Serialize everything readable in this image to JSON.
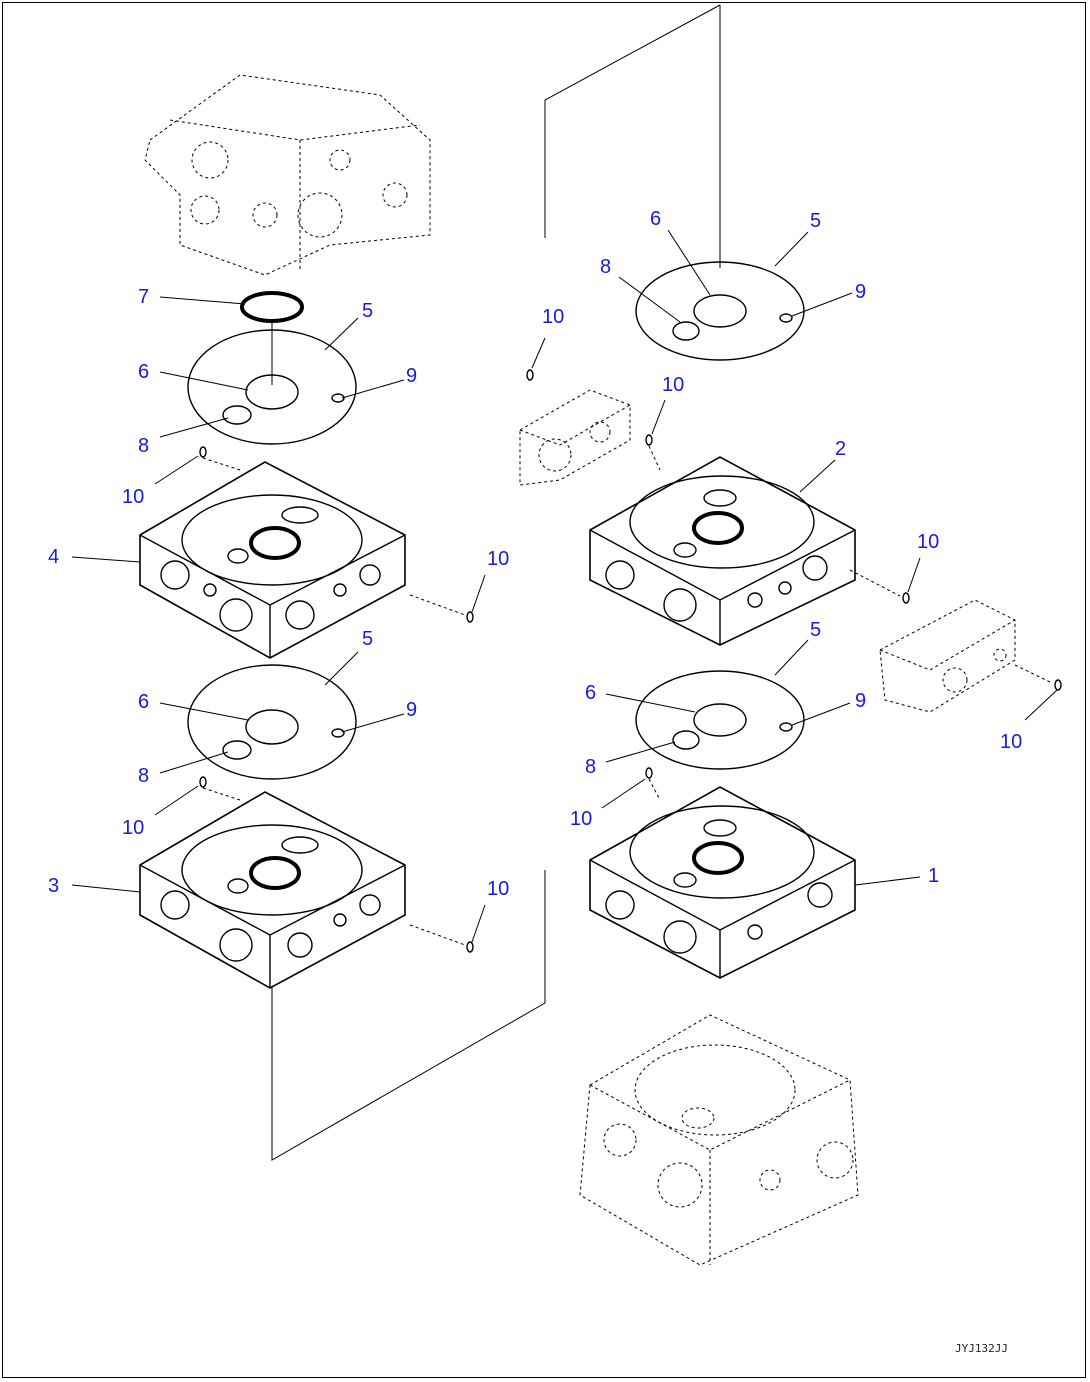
{
  "callouts": {
    "part1": "1",
    "part2": "2",
    "part3": "3",
    "part4": "4",
    "plate": "5",
    "center_hole": "6",
    "oring": "7",
    "hole_a": "8",
    "hole_b": "9",
    "ball": "10"
  },
  "drawing_code": "JYJ132JJ"
}
